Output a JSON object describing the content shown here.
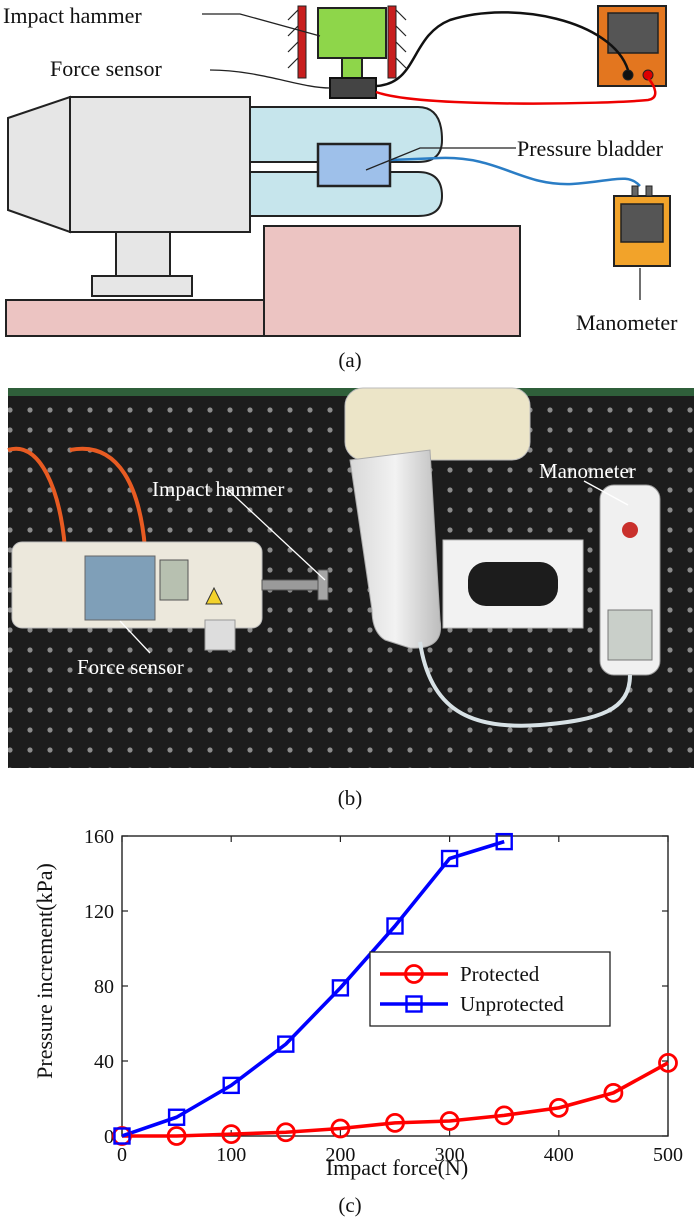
{
  "figure": {
    "panel_a": {
      "caption": "(a)",
      "labels": {
        "impact_hammer": "Impact hammer",
        "force_sensor": "Force sensor",
        "pressure_bladder": "Pressure bladder",
        "manometer": "Manometer"
      }
    },
    "panel_b": {
      "caption": "(b)",
      "labels": {
        "impact_hammer": "Impact hammer",
        "manometer": "Manometer",
        "force_sensor": "Force sensor"
      }
    },
    "panel_c": {
      "caption": "(c)"
    }
  },
  "chart_data": {
    "type": "line",
    "xlabel": "Impact force(N)",
    "ylabel": "Pressure increment(kPa)",
    "xlim": [
      0,
      500
    ],
    "ylim": [
      0,
      160
    ],
    "xticks": [
      0,
      100,
      200,
      300,
      400,
      500
    ],
    "yticks": [
      0,
      40,
      80,
      120,
      160
    ],
    "grid": false,
    "legend_position": "center-right",
    "series": [
      {
        "name": "Protected",
        "color": "#ff0000",
        "marker": "circle",
        "x": [
          0,
          50,
          100,
          150,
          200,
          250,
          300,
          350,
          400,
          450,
          500
        ],
        "values": [
          0,
          0,
          1,
          2,
          4,
          7,
          8,
          11,
          15,
          23,
          39
        ]
      },
      {
        "name": "Unprotected",
        "color": "#0000ff",
        "marker": "square",
        "x": [
          0,
          50,
          100,
          150,
          200,
          250,
          300,
          350
        ],
        "values": [
          0,
          10,
          27,
          49,
          79,
          112,
          148,
          157
        ]
      }
    ]
  }
}
